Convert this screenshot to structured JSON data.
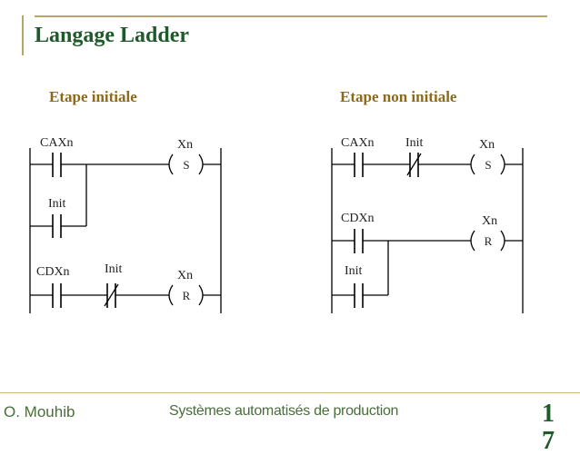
{
  "slide": {
    "title": "Langage Ladder",
    "footer_author": "O. Mouhib",
    "footer_course": "Systèmes automatisés de production",
    "page_number": "1\n7"
  },
  "diagram_left": {
    "heading": "Etape initiale",
    "contact_caxn": "CAXn",
    "contact_init_parallel": "Init",
    "contact_cdxn": "CDXn",
    "contact_init_nc": "Init",
    "coil_set_name": "Xn",
    "coil_set_type": "S",
    "coil_reset_name": "Xn",
    "coil_reset_type": "R"
  },
  "diagram_right": {
    "heading": "Etape non initiale",
    "contact_caxn": "CAXn",
    "contact_init_nc": "Init",
    "contact_cdxn": "CDXn",
    "contact_init_parallel": "Init",
    "coil_set_name": "Xn",
    "coil_set_type": "S",
    "coil_reset_name": "Xn",
    "coil_reset_type": "R"
  },
  "colors": {
    "title": "#1e5a2a",
    "heading": "#8b6a1c",
    "rule": "#b9a56a",
    "footer_text": "#4a6d3a",
    "wire": "#000000"
  }
}
